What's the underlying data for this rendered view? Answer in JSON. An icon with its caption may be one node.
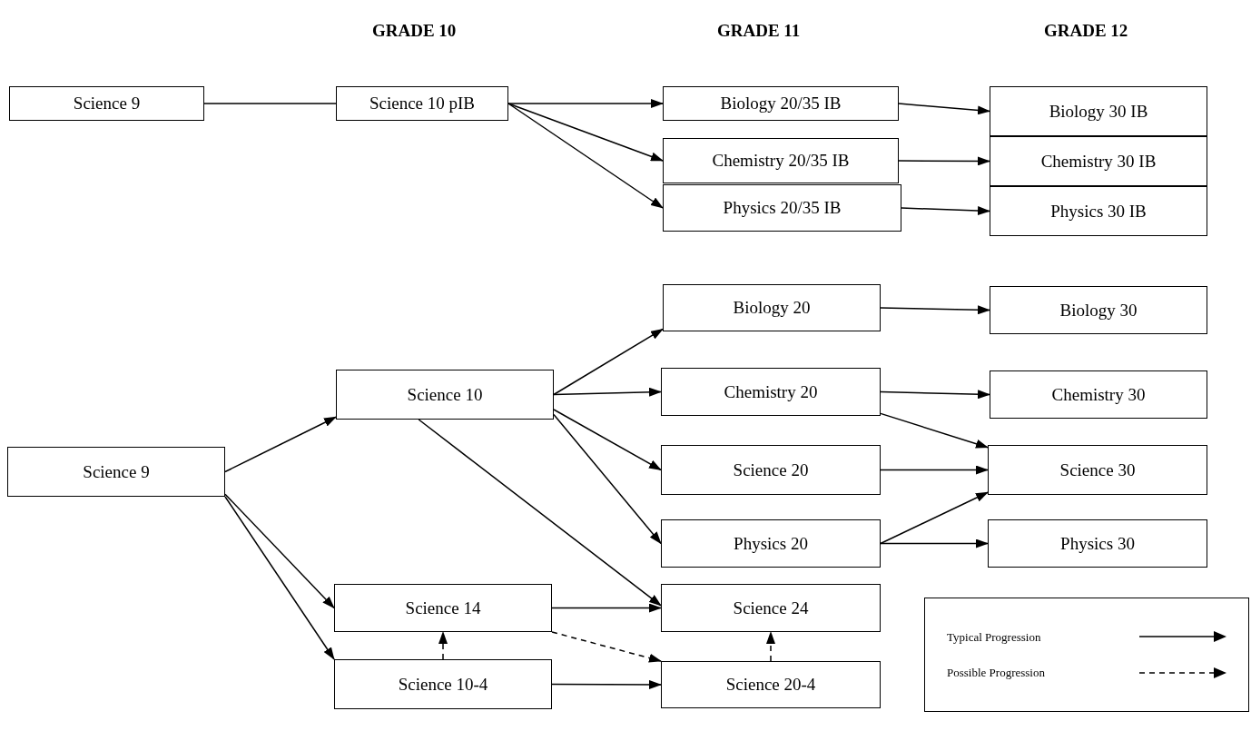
{
  "diagram": {
    "nodes": [
      {
        "text": [
          "Science 9"
        ]
      },
      {
        "text": [
          "Science 10 pIB"
        ]
      },
      {
        "text": [
          "Biology 20/35 IB"
        ]
      },
      {
        "text": [
          "Chemistry 20/35 IB"
        ]
      },
      {
        "text": [
          "Physics 20/35 IB"
        ]
      },
      {
        "text": [
          "Biology 30 IB"
        ]
      },
      {
        "text": [
          "Chemistry 30 IB"
        ]
      },
      {
        "text": [
          "Physics 30 IB"
        ]
      },
      {
        "text": [
          "Biology 20"
        ]
      },
      {
        "text": [
          "Biology 30"
        ]
      },
      {
        "text": [
          "Science 10"
        ]
      },
      {
        "text": [
          "Chemistry 20"
        ]
      },
      {
        "text": [
          "Chemistry 30"
        ]
      },
      {
        "text": [
          "Science 9"
        ]
      },
      {
        "text": [
          "Science 20"
        ]
      },
      {
        "text": [
          "Science 30"
        ]
      },
      {
        "text": [
          "Physics 20"
        ]
      },
      {
        "text": [
          "Physics 30"
        ]
      },
      {
        "text": [
          "Science 14"
        ]
      },
      {
        "text": [
          "Science 24"
        ]
      },
      {
        "text": [
          "Science 10-4"
        ]
      },
      {
        "text": [
          "Science 20-4"
        ]
      }
    ],
    "edges": [
      {
        "from": 0,
        "to": 1,
        "arrow": "none"
      },
      {
        "from": 1,
        "to": 2,
        "arrow": "to"
      },
      {
        "from": 1,
        "to": 3,
        "arrow": "to"
      },
      {
        "from": 1,
        "to": 4,
        "arrow": "to"
      },
      {
        "from": 2,
        "to": 5,
        "arrow": "to"
      },
      {
        "from": 3,
        "to": 6,
        "arrow": "to"
      },
      {
        "from": 4,
        "to": 7,
        "arrow": "to"
      },
      {
        "from": 8,
        "to": 9,
        "arrow": "to"
      },
      {
        "from": 13,
        "to": 10,
        "arrow": "to"
      },
      {
        "from": 13,
        "to": 18,
        "arrow": "to"
      },
      {
        "from": 13,
        "to": 20,
        "arrow": "to"
      },
      {
        "from": 10,
        "to": 8,
        "arrow": "to"
      },
      {
        "from": 10,
        "to": 11,
        "arrow": "to"
      },
      {
        "from": 10,
        "to": 14,
        "arrow": "to"
      },
      {
        "from": 10,
        "to": 16,
        "arrow": "to"
      },
      {
        "from": 10,
        "to": 19,
        "arrow": "to"
      },
      {
        "from": 11,
        "to": 12,
        "arrow": "to"
      },
      {
        "from": 11,
        "to": 15,
        "arrow": "to"
      },
      {
        "from": 14,
        "to": 15,
        "arrow": "to"
      },
      {
        "from": 16,
        "to": 15,
        "arrow": "to"
      },
      {
        "from": 16,
        "to": 17,
        "arrow": "to"
      },
      {
        "from": 18,
        "to": 19,
        "arrow": "to"
      },
      {
        "from": 18,
        "to": 21,
        "arrow": "to",
        "style": "dashed"
      },
      {
        "from": 20,
        "to": 18,
        "arrow": "to",
        "style": "dashed"
      },
      {
        "from": 20,
        "to": 21,
        "arrow": "to"
      },
      {
        "from": 21,
        "to": 19,
        "arrow": "to",
        "style": "dashed"
      }
    ],
    "labels": [
      "GRADE 10",
      "GRADE 11",
      "GRADE 12"
    ],
    "legend": [
      {
        "text": "Typical Progression"
      },
      {
        "text": "Possible Progression"
      }
    ]
  }
}
